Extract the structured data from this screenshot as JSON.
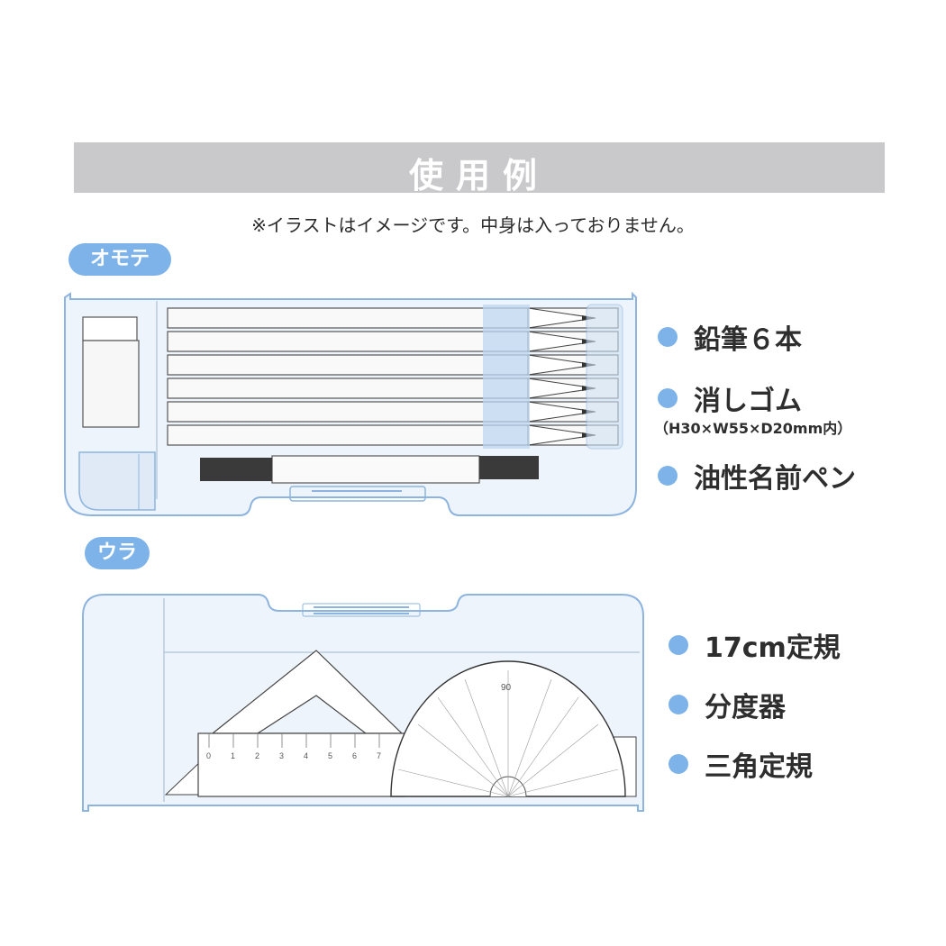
{
  "header": {
    "title": "使用例"
  },
  "note": "※イラストはイメージです。中身は入っておりません。",
  "front": {
    "badge": "オモテ",
    "items": [
      {
        "label": "鉛筆６本"
      },
      {
        "label": "消しゴム",
        "sub": "（H30×W55×D20mm内）"
      },
      {
        "label": "油性名前ペン"
      }
    ]
  },
  "back": {
    "badge": "ウラ",
    "items": [
      {
        "label": "17cm定規"
      },
      {
        "label": "分度器"
      },
      {
        "label": "三角定規"
      }
    ],
    "ruler_ticks": [
      "0",
      "1",
      "2",
      "3",
      "4",
      "5",
      "6",
      "7"
    ],
    "protractor_top_label": "90"
  },
  "colors": {
    "accent_blue": "#7eb3ea",
    "case_outline": "#8db4df",
    "case_fill": "#eef4fb",
    "header_gray": "#c9c9cb"
  }
}
